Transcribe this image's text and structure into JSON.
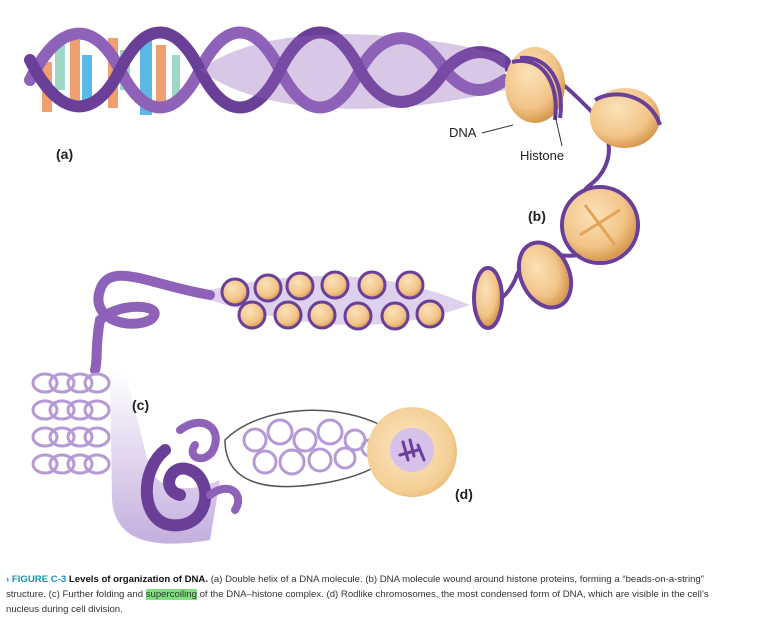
{
  "diagram": {
    "labels": {
      "a": "(a)",
      "b": "(b)",
      "c": "(c)",
      "d": "(d)",
      "dna": "DNA",
      "histone": "Histone"
    },
    "colors": {
      "ribbon": "#8e62b8",
      "ribbon_dark": "#6a3f98",
      "bead": "#f2c488",
      "bead_shade": "#e3a45a",
      "nucleus": "#f6d7a6",
      "loops": "#c9b6e0",
      "caption_accent": "#1a8fb3",
      "highlight": "#7fe27f"
    }
  },
  "caption": {
    "figure_number": "› FIGURE C-3",
    "title": "Levels of organization of DNA.",
    "text_1": "(a) Double helix of a DNA molecule. (b) DNA molecule wound around histone proteins, forming a “beads-on-a-string” structure. (c) Further folding and",
    "highlight": "supercoiling",
    "text_2": "of the DNA–histone complex. (d) Rodlike chromosomes, the most condensed form of DNA, which are visible in the cell’s nucleus during cell division."
  }
}
